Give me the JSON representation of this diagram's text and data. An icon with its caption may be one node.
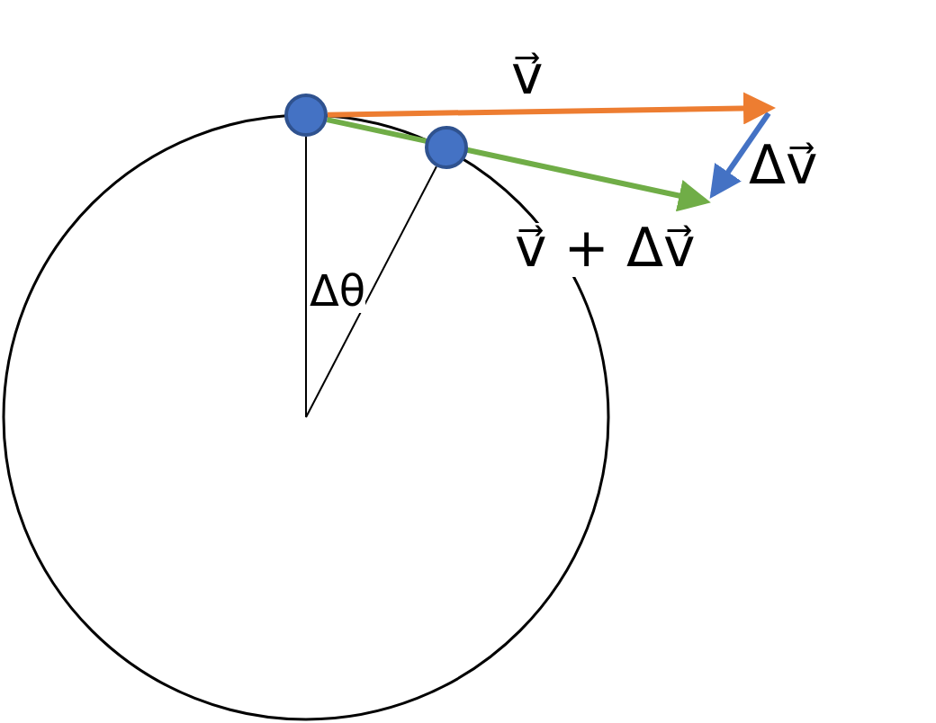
{
  "diagram": {
    "nodes": [
      {
        "text": [],
        "shape": "circle"
      },
      {
        "text": [],
        "shape": "circle"
      }
    ],
    "edges": [
      {
        "from": 0,
        "to": null,
        "arrow": "to",
        "label": "v⃗",
        "color": "#ed7d31",
        "style": "thick"
      },
      {
        "from": 0,
        "to": null,
        "arrow": "to",
        "label": "v⃗ + Δv⃗",
        "color": "#70ad47",
        "style": "thick"
      },
      {
        "from": null,
        "to": 0,
        "arrow": "none"
      },
      {
        "from": null,
        "to": 1,
        "arrow": "none"
      }
    ],
    "labels": [
      "Δv⃗",
      "Δθ"
    ]
  }
}
